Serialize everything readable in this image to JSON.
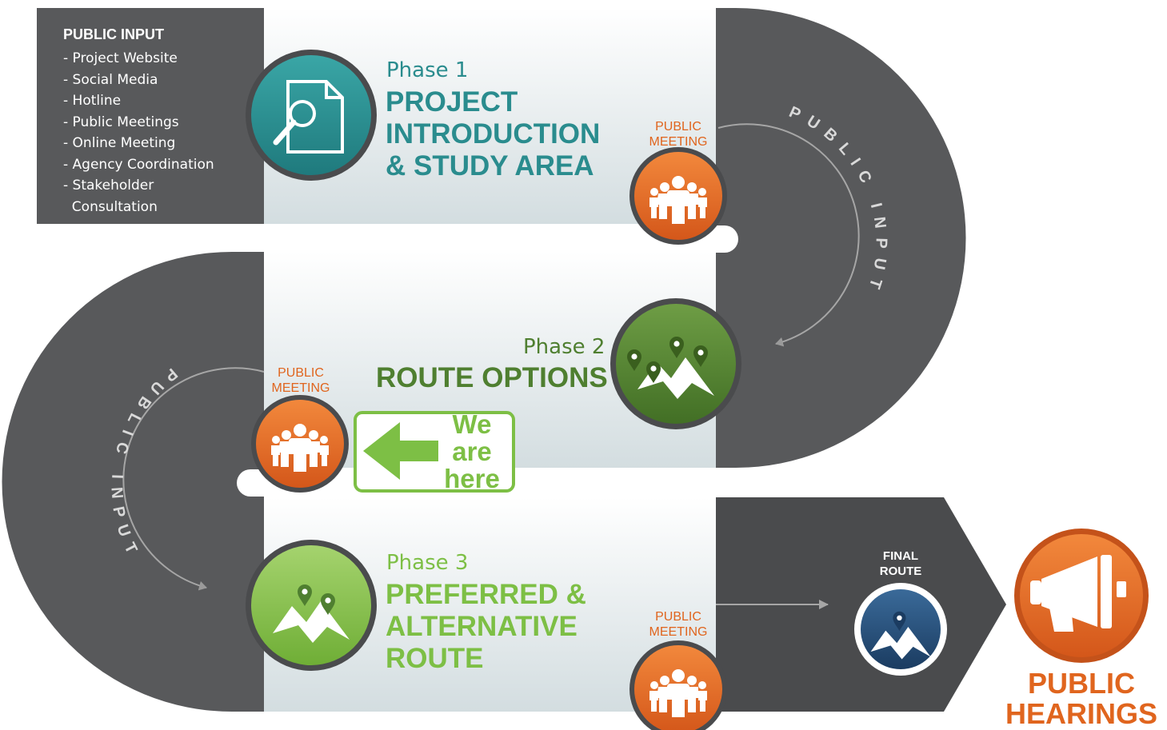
{
  "colors": {
    "dark": "#58595b",
    "darker": "#4a4b4d",
    "teal": "#2a8c8e",
    "green_dark": "#4f7f30",
    "green_light": "#7dbf45",
    "orange": "#e0651e",
    "navy": "#244a72"
  },
  "public_input": {
    "title": "PUBLIC INPUT",
    "items": [
      "- Project Website",
      "- Social Media",
      "- Hotline",
      "- Public Meetings",
      "- Online Meeting",
      "- Agency Coordination",
      "- Stakeholder\n  Consultation"
    ]
  },
  "phases": [
    {
      "number": "Phase 1",
      "title": "PROJECT\nINTRODUCTION\n& STUDY AREA",
      "icon": "document-search-icon"
    },
    {
      "number": "Phase 2",
      "title": "ROUTE OPTIONS",
      "icon": "map-pins-icon"
    },
    {
      "number": "Phase 3",
      "title": "PREFERRED &\nALTERNATIVE\nROUTE",
      "icon": "map-pins-icon"
    }
  ],
  "meetings": {
    "label": "PUBLIC\nMEETING",
    "icon": "people-group-icon"
  },
  "curves": {
    "label": "PUBLIC INPUT"
  },
  "callout": {
    "text": "We\nare\nhere",
    "icon": "arrow-left-icon"
  },
  "final_route": {
    "label": "FINAL\nROUTE",
    "icon": "map-pin-icon"
  },
  "hearings": {
    "label": "PUBLIC\nHEARINGS",
    "icon": "megaphone-icon"
  }
}
